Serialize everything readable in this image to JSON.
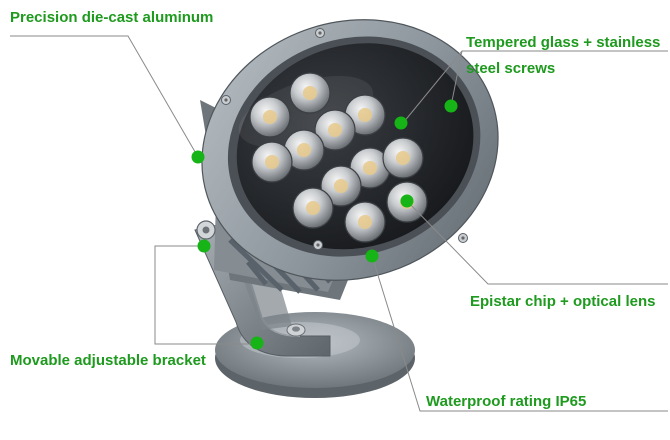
{
  "labels": {
    "housing": "Precision die-cast aluminum",
    "glass_line1": "Tempered glass + stainless",
    "glass_line2": "steel screws",
    "chip": "Epistar chip + optical lens",
    "bracket": "Movable adjustable bracket",
    "waterproof": "Waterproof rating IP65"
  },
  "colors": {
    "label_text": "#1e9a1e",
    "marker_dot": "#16b416",
    "leader_line": "#8a8a8a",
    "housing": "#8c959c",
    "housing_dark": "#5f676d",
    "lens_area": "#2a2d31"
  }
}
